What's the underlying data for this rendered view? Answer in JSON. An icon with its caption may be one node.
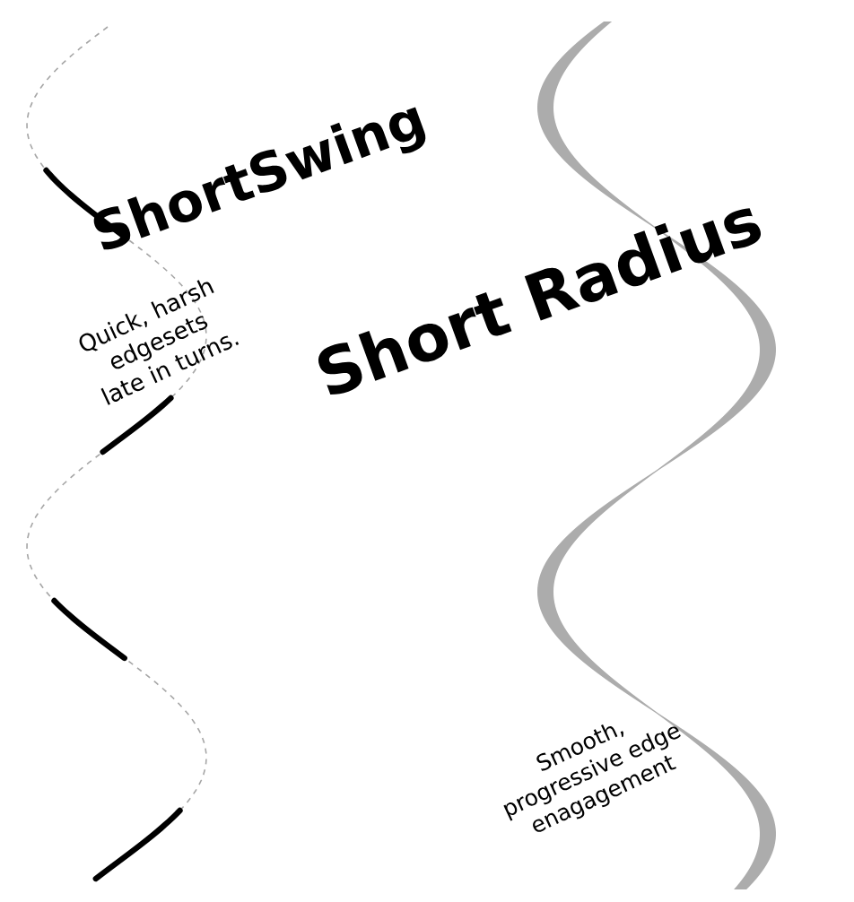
{
  "diagram": {
    "labels": [
      "ShortSwing",
      "Short Radius",
      "Quick, harsh edgesets late in turns.",
      "Smooth, progressive edge enagagement"
    ]
  }
}
